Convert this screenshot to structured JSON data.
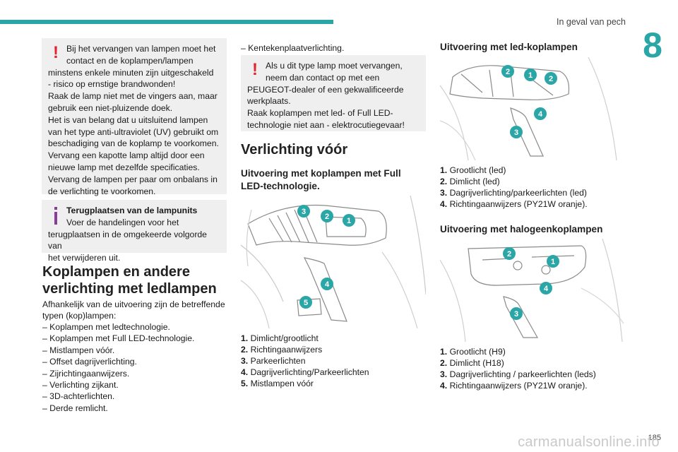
{
  "header": {
    "section_title": "In geval van pech",
    "chapter_number": "8",
    "page_number": "185"
  },
  "watermark": "carmanualsonline.info",
  "left": {
    "warning_box": [
      "Bij het vervangen van lampen moet het",
      "contact en de koplampen/lampen",
      "minstens enkele minuten zijn uitgeschakeld",
      "- risico op ernstige brandwonden!",
      "Raak de lamp niet met de vingers aan, maar",
      "gebruik een niet-pluizende doek.",
      "Het is van belang dat u uitsluitend lampen",
      "van het type anti-ultraviolet (UV) gebruikt om",
      "beschadiging van de koplamp te voorkomen.",
      "Vervang een kapotte lamp altijd door een",
      "nieuwe lamp met dezelfde specificaties.",
      "Vervang de lampen per paar om onbalans in",
      "de verlichting te voorkomen."
    ],
    "info_box": {
      "title": "Terugplaatsen van de lampunits",
      "lines": [
        "Voer de handelingen voor het",
        "terugplaatsen in de omgekeerde volgorde van",
        "het verwijderen uit."
      ]
    },
    "heading_line1": "Koplampen en andere",
    "heading_line2": "verlichting met ledlampen",
    "intro_line1": "Afhankelijk van de uitvoering zijn de betreffende",
    "intro_line2": "typen (kop)lampen:",
    "list": [
      "– Koplampen met ledtechnologie.",
      "– Koplampen met Full LED-technologie.",
      "– Mistlampen vóór.",
      "– Offset dagrijverlichting.",
      "– Zijrichtingaanwijzers.",
      "– Verlichting zijkant.",
      "– 3D-achterlichten.",
      "– Derde remlicht."
    ]
  },
  "middle": {
    "list_item": "– Kentekenplaatverlichting.",
    "warning_box": [
      "Als u dit type lamp moet vervangen,",
      "neem dan contact op met een",
      "PEUGEOT-dealer of een gekwalificeerde",
      "werkplaats.",
      "Raak koplampen met led- of Full LED-",
      "technologie niet aan - elektrocutiegevaar!"
    ],
    "heading": "Verlichting vóór",
    "subheading_line1": "Uitvoering met koplampen met Full",
    "subheading_line2": "LED-technologie.",
    "figure_badges": [
      "3",
      "2",
      "1",
      "4",
      "5"
    ],
    "legend": [
      {
        "num": "1.",
        "text": "Dimlicht/grootlicht"
      },
      {
        "num": "2.",
        "text": "Richtingaanwijzers"
      },
      {
        "num": "3.",
        "text": "Parkeerlichten"
      },
      {
        "num": "4.",
        "text": "Dagrijverlichting/Parkeerlichten"
      },
      {
        "num": "5.",
        "text": "Mistlampen vóór"
      }
    ]
  },
  "right": {
    "subheading1": "Uitvoering met led-koplampen",
    "figure1_badges": [
      "2",
      "1",
      "2",
      "4",
      "3"
    ],
    "legend1": [
      {
        "num": "1.",
        "text": "Grootlicht (led)"
      },
      {
        "num": "2.",
        "text": "Dimlicht (led)"
      },
      {
        "num": "3.",
        "text": "Dagrijverlichting/parkeerlichten (led)"
      },
      {
        "num": "4.",
        "text": "Richtingaanwijzers (PY21W oranje)."
      }
    ],
    "subheading2": "Uitvoering met halogeenkoplampen",
    "figure2_badges": [
      "2",
      "1",
      "4",
      "3"
    ],
    "legend2": [
      {
        "num": "1.",
        "text": "Grootlicht (H9)"
      },
      {
        "num": "2.",
        "text": "Dimlicht (H18)"
      },
      {
        "num": "3.",
        "text": "Dagrijverlichting / parkeerlichten (leds)"
      },
      {
        "num": "4.",
        "text": "Richtingaanwijzers (PY21W oranje)."
      }
    ]
  },
  "colors": {
    "accent": "#2aa6a6",
    "warning": "#e3232d",
    "info": "#8b3b9c",
    "box_bg": "#efefef"
  }
}
